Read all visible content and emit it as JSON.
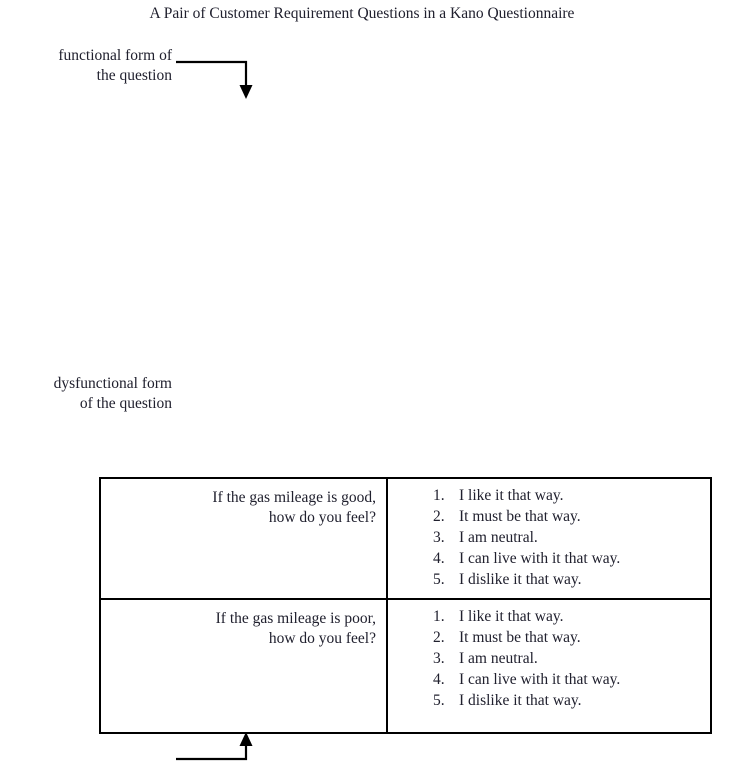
{
  "figure": {
    "title": "A Pair of Customer Requirement Questions in a Kano Questionnaire"
  },
  "annotations": {
    "functional": {
      "line1": "functional form of",
      "line2": "the question",
      "arrow_icon": "arrow-down-icon"
    },
    "dysfunctional": {
      "line1": "dysfunctional form",
      "line2": "of the question",
      "arrow_icon": "arrow-up-icon"
    }
  },
  "table": {
    "rows": [
      {
        "question_line1": "If the gas mileage is good,",
        "question_line2": "how do you feel?",
        "answers": [
          {
            "number": "1.",
            "text": "I like it that way."
          },
          {
            "number": "2.",
            "text": "It must be that way."
          },
          {
            "number": "3.",
            "text": "I am neutral."
          },
          {
            "number": "4.",
            "text": "I can live with it that way."
          },
          {
            "number": "5.",
            "text": "I dislike it that way."
          }
        ]
      },
      {
        "question_line1": "If the gas mileage is poor,",
        "question_line2": "how do you feel?",
        "answers": [
          {
            "number": "1.",
            "text": "I like it that way."
          },
          {
            "number": "2.",
            "text": "It must be that way."
          },
          {
            "number": "3.",
            "text": "I am neutral."
          },
          {
            "number": "4.",
            "text": "I can live with it that way."
          },
          {
            "number": "5.",
            "text": "I dislike it that way."
          }
        ]
      }
    ]
  },
  "colors": {
    "ink": "#20202e",
    "rule": "#000000",
    "page": "#ffffff"
  }
}
